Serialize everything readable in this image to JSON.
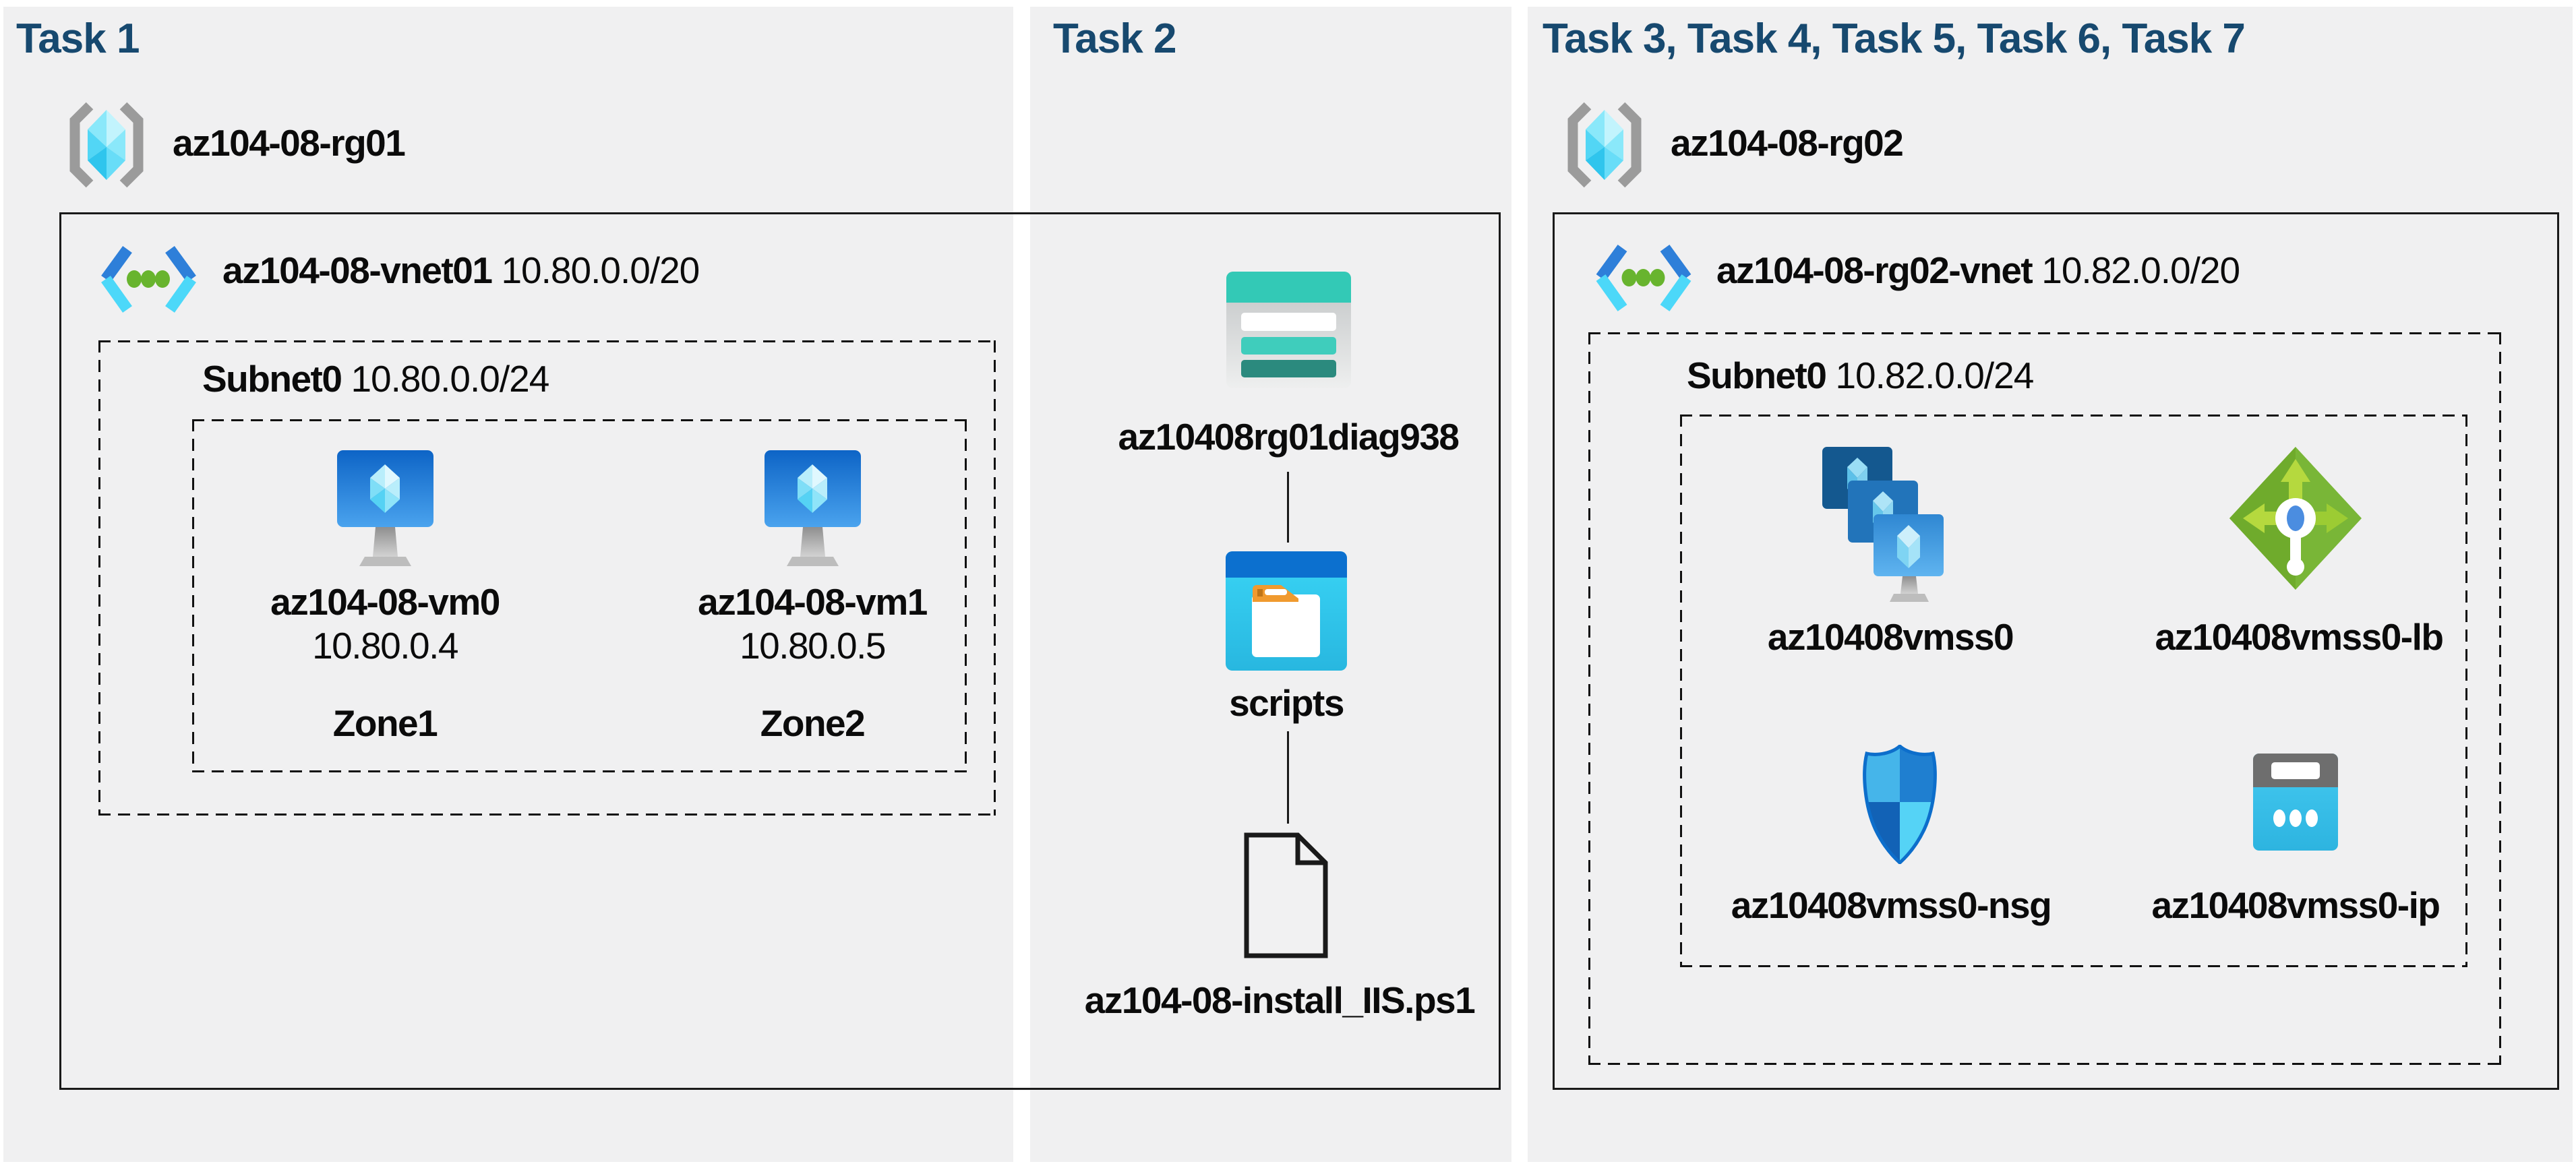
{
  "canvas": {
    "background": "#ffffff",
    "panel_bg": "#f0f0f1",
    "title_color": "#17496f",
    "text_color": "#0b0b0b",
    "line_color": "#1a1a1a"
  },
  "panels": {
    "task1": {
      "title": "Task 1",
      "resource_group": "az104-08-rg01",
      "vnet_name": "az104-08-vnet01",
      "vnet_cidr": "10.80.0.0/20",
      "subnet_name": "Subnet0",
      "subnet_cidr": "10.80.0.0/24",
      "vms": [
        {
          "name": "az104-08-vm0",
          "ip": "10.80.0.4",
          "zone": "Zone1"
        },
        {
          "name": "az104-08-vm1",
          "ip": "10.80.0.5",
          "zone": "Zone2"
        }
      ]
    },
    "task2": {
      "title": "Task 2",
      "storage_account": "az10408rg01diag938",
      "folder": "scripts",
      "script_file": "az104-08-install_IIS.ps1"
    },
    "task3": {
      "title": "Task 3, Task 4, Task 5, Task 6, Task 7",
      "resource_group": "az104-08-rg02",
      "vnet_name": "az104-08-rg02-vnet",
      "vnet_cidr": "10.82.0.0/20",
      "subnet_name": "Subnet0",
      "subnet_cidr": "10.82.0.0/24",
      "resources": [
        {
          "name": "az10408vmss0",
          "icon": "vmss-icon"
        },
        {
          "name": "az10408vmss0-lb",
          "icon": "load-balancer-icon"
        },
        {
          "name": "az10408vmss0-nsg",
          "icon": "nsg-icon"
        },
        {
          "name": "az10408vmss0-ip",
          "icon": "public-ip-icon"
        }
      ]
    }
  },
  "icon_colors": {
    "bracket_gray": "#9b9b9b",
    "gem_cyan": "#2fc5ed",
    "vnet_blue": "#2e7fd9",
    "vnet_cyan": "#4cd8f9",
    "vnet_dot_green": "#68b42e",
    "vm_monitor_blue": "#0d64c6",
    "storage_teal": "#33c9b6",
    "storage_teal_dark": "#2b8a7e",
    "folder_blue": "#0c70cf",
    "folder_cyan": "#38d4f5",
    "folder_tab_orange": "#f09a2e",
    "lb_green": "#79b637",
    "lb_arrow_lime": "#b5d93e",
    "nsg_blue": "#1f7fd0",
    "nsg_cyan": "#55d3f6",
    "ip_cap_gray": "#6e6e6e",
    "ip_body_cyan": "#3ec6ef"
  }
}
